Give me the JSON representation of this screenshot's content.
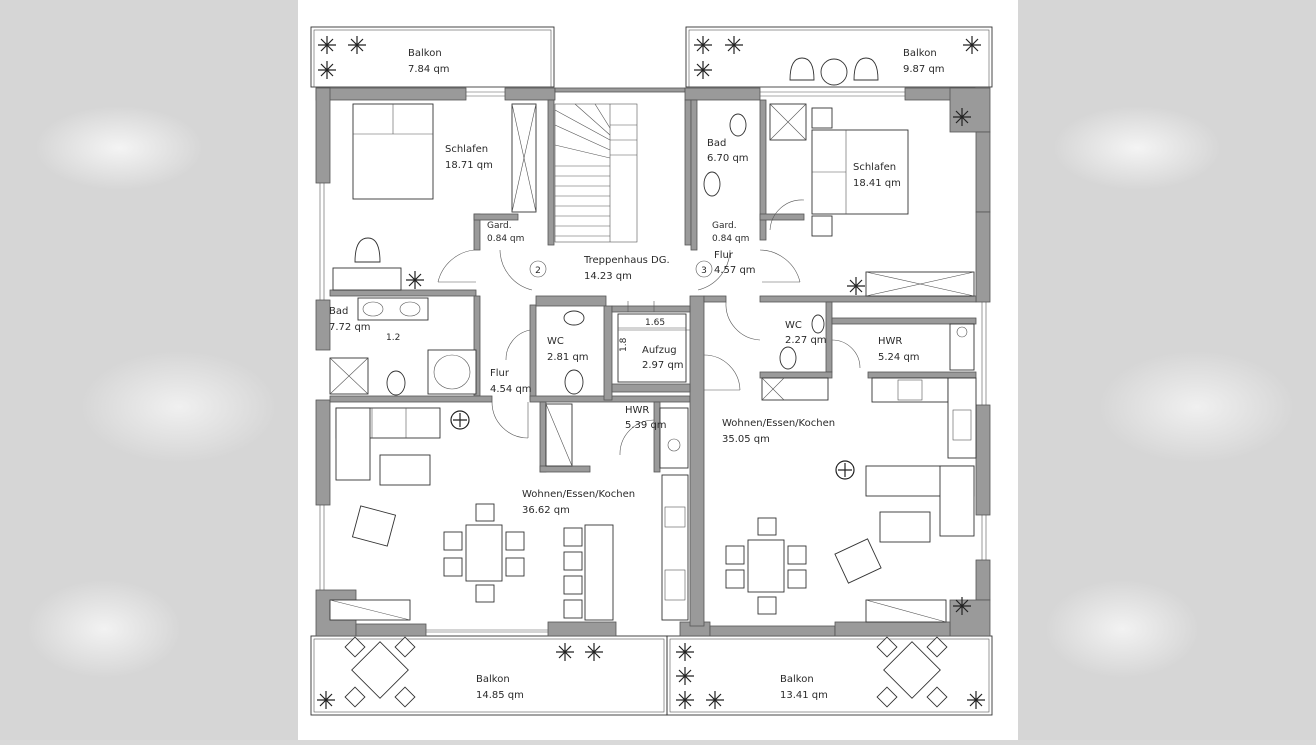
{
  "rooms": {
    "balkon_nw": {
      "name": "Balkon",
      "area": "7.84 qm"
    },
    "balkon_ne": {
      "name": "Balkon",
      "area": "9.87 qm"
    },
    "schlafen_w": {
      "name": "Schlafen",
      "area": "18.71 qm"
    },
    "schlafen_e": {
      "name": "Schlafen",
      "area": "18.41 qm"
    },
    "bad_e": {
      "name": "Bad",
      "area": "6.70 qm"
    },
    "bad_w": {
      "name": "Bad",
      "area": "7.72 qm"
    },
    "gard_w": {
      "name": "Gard.",
      "area": "0.84 qm"
    },
    "gard_e": {
      "name": "Gard.",
      "area": "0.84 qm"
    },
    "treppenhaus": {
      "name": "Treppenhaus DG.",
      "area": "14.23 qm"
    },
    "flur_e": {
      "name": "Flur",
      "area": "4.57 qm"
    },
    "flur_w": {
      "name": "Flur",
      "area": "4.54 qm"
    },
    "wc_w": {
      "name": "WC",
      "area": "2.81 qm"
    },
    "wc_e": {
      "name": "WC",
      "area": "2.27 qm"
    },
    "aufzug": {
      "name": "Aufzug",
      "area": "2.97 qm"
    },
    "hwr_w": {
      "name": "HWR",
      "area": "5.39 qm"
    },
    "hwr_e": {
      "name": "HWR",
      "area": "5.24 qm"
    },
    "wohnen_w": {
      "name": "Wohnen/Essen/Kochen",
      "area": "36.62 qm"
    },
    "wohnen_e": {
      "name": "Wohnen/Essen/Kochen",
      "area": "35.05 qm"
    },
    "balkon_sw": {
      "name": "Balkon",
      "area": "14.85 qm"
    },
    "balkon_se": {
      "name": "Balkon",
      "area": "13.41 qm"
    }
  },
  "markers": {
    "apt_w": "2",
    "apt_e": "3"
  },
  "dims": {
    "aufzug_w": "1.65",
    "aufzug_h": "1.8",
    "bad_w_dim": "1.2"
  }
}
